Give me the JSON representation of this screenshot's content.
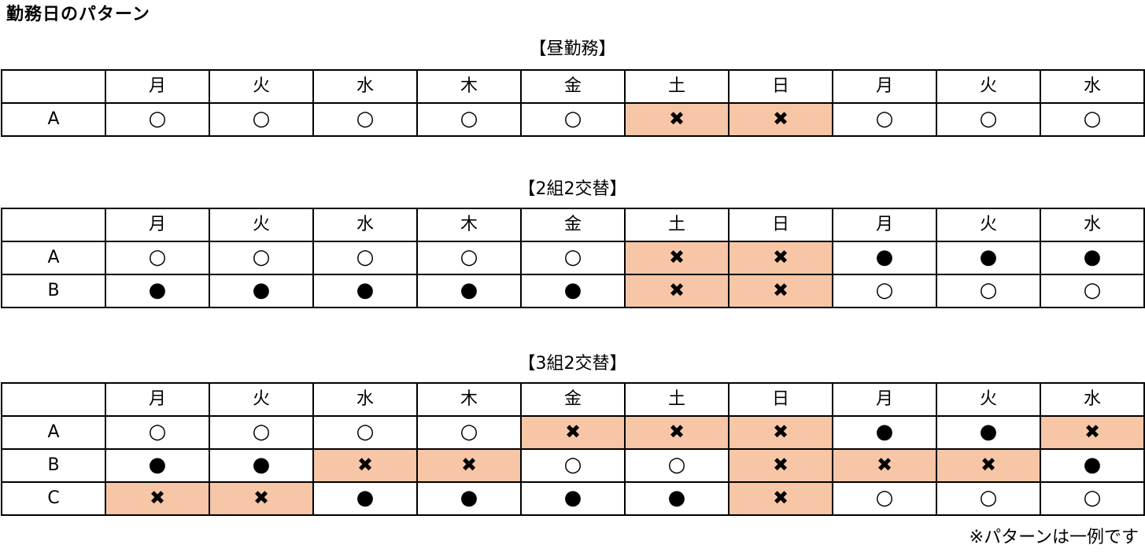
{
  "title": "勤務日のパターン",
  "note": "※パターンは一例です",
  "symbols": {
    "work": "○",
    "shift": "●",
    "off": "✖"
  },
  "colors": {
    "off_fill": "#f7c6a6",
    "border": "#000000"
  },
  "sections": [
    {
      "title": "【昼勤務】",
      "days": [
        "月",
        "火",
        "水",
        "木",
        "金",
        "土",
        "日",
        "月",
        "火",
        "水"
      ],
      "rows": [
        {
          "label": "A",
          "cells": [
            "○",
            "○",
            "○",
            "○",
            "○",
            "✖",
            "✖",
            "○",
            "○",
            "○"
          ]
        }
      ]
    },
    {
      "title": "【2組2交替】",
      "days": [
        "月",
        "火",
        "水",
        "木",
        "金",
        "土",
        "日",
        "月",
        "火",
        "水"
      ],
      "rows": [
        {
          "label": "A",
          "cells": [
            "○",
            "○",
            "○",
            "○",
            "○",
            "✖",
            "✖",
            "●",
            "●",
            "●"
          ]
        },
        {
          "label": "B",
          "cells": [
            "●",
            "●",
            "●",
            "●",
            "●",
            "✖",
            "✖",
            "○",
            "○",
            "○"
          ]
        }
      ]
    },
    {
      "title": "【3組2交替】",
      "days": [
        "月",
        "火",
        "水",
        "木",
        "金",
        "土",
        "日",
        "月",
        "火",
        "水"
      ],
      "rows": [
        {
          "label": "A",
          "cells": [
            "○",
            "○",
            "○",
            "○",
            "✖",
            "✖",
            "✖",
            "●",
            "●",
            "✖"
          ]
        },
        {
          "label": "B",
          "cells": [
            "●",
            "●",
            "✖",
            "✖",
            "○",
            "○",
            "✖",
            "✖",
            "✖",
            "●"
          ]
        },
        {
          "label": "C",
          "cells": [
            "✖",
            "✖",
            "●",
            "●",
            "●",
            "●",
            "✖",
            "○",
            "○",
            "○"
          ]
        }
      ]
    }
  ]
}
